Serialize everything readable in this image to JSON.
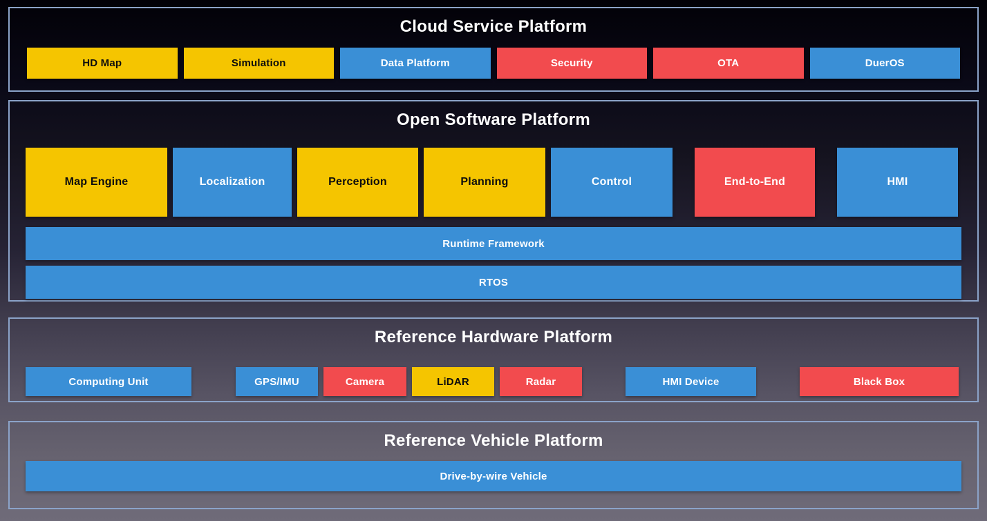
{
  "palette": {
    "yellow": "#F5C500",
    "blue": "#3A8FD6",
    "red": "#F24B4E",
    "border": "#8BA3C9",
    "bgTop": "#020107",
    "bgBottom": "#6F6B79",
    "titleColor": "#FFFFFF"
  },
  "sections": [
    {
      "title": "Cloud Service Platform",
      "boxes": [
        {
          "label": "HD Map",
          "color": "yellow"
        },
        {
          "label": "Simulation",
          "color": "yellow"
        },
        {
          "label": "Data Platform",
          "color": "blue"
        },
        {
          "label": "Security",
          "color": "red"
        },
        {
          "label": "OTA",
          "color": "red"
        },
        {
          "label": "DuerOS",
          "color": "blue"
        }
      ]
    },
    {
      "title": "Open Software Platform",
      "boxes": [
        {
          "label": "Map Engine",
          "color": "yellow"
        },
        {
          "label": "Localization",
          "color": "blue"
        },
        {
          "label": "Perception",
          "color": "yellow"
        },
        {
          "label": "Planning",
          "color": "yellow"
        },
        {
          "label": "Control",
          "color": "blue"
        },
        {
          "label": "End-to-End",
          "color": "red"
        },
        {
          "label": "HMI",
          "color": "blue"
        }
      ],
      "bars": [
        {
          "label": "Runtime Framework",
          "color": "blue"
        },
        {
          "label": "RTOS",
          "color": "blue"
        }
      ]
    },
    {
      "title": "Reference Hardware Platform",
      "boxes": [
        {
          "label": "Computing Unit",
          "color": "blue"
        },
        {
          "label": "GPS/IMU",
          "color": "blue"
        },
        {
          "label": "Camera",
          "color": "red"
        },
        {
          "label": "LiDAR",
          "color": "yellow"
        },
        {
          "label": "Radar",
          "color": "red"
        },
        {
          "label": "HMI Device",
          "color": "blue"
        },
        {
          "label": "Black Box",
          "color": "red"
        }
      ]
    },
    {
      "title": "Reference Vehicle Platform",
      "bars": [
        {
          "label": "Drive-by-wire Vehicle",
          "color": "blue"
        }
      ]
    }
  ]
}
